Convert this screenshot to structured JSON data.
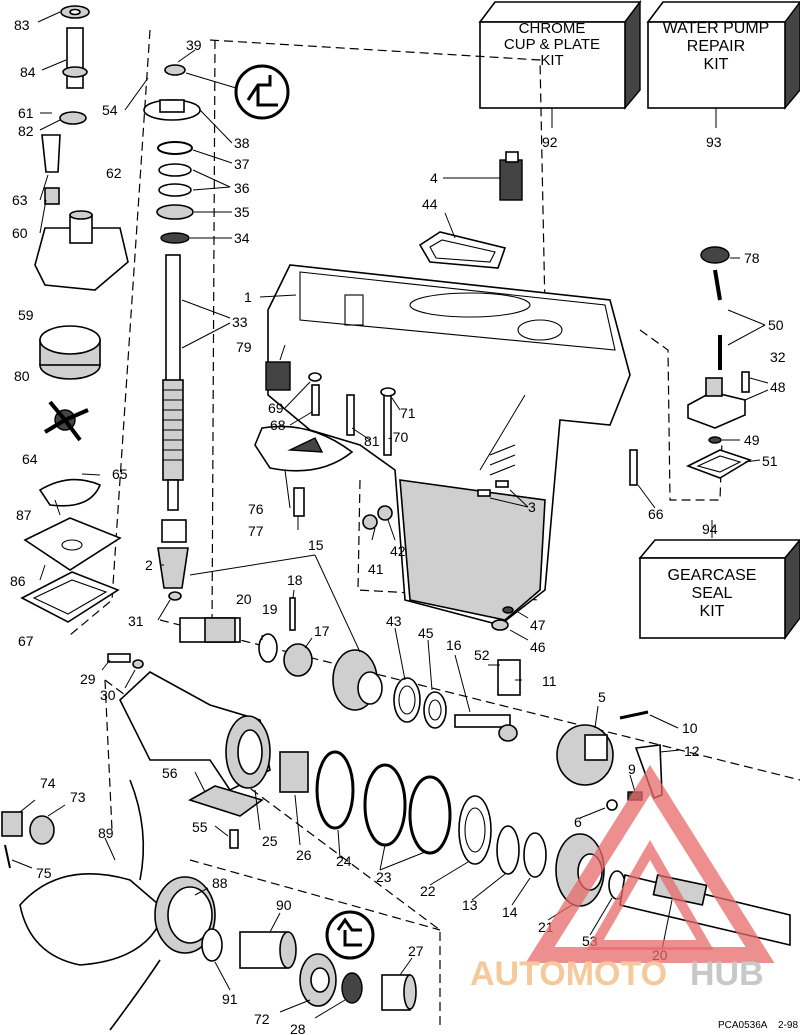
{
  "kits": {
    "chrome": [
      "CHROME",
      "CUP & PLATE",
      "KIT"
    ],
    "chrome_num": "92",
    "water": [
      "WATER PUMP",
      "REPAIR",
      "KIT"
    ],
    "water_num": "93",
    "gearcase": [
      "GEARCASE",
      "SEAL",
      "KIT"
    ],
    "gearcase_num": "94"
  },
  "callouts": {
    "c83": "83",
    "c84": "84",
    "c61": "61",
    "c82": "82",
    "c63": "63",
    "c60": "60",
    "c59": "59",
    "c62": "62",
    "c54": "54",
    "c39": "39",
    "c38": "38",
    "c37": "37",
    "c36": "36",
    "c35": "35",
    "c34": "34",
    "c33": "33",
    "c1": "1",
    "c4": "4",
    "c44": "44",
    "c78": "78",
    "c50": "50",
    "c32": "32",
    "c48": "48",
    "c49": "49",
    "c51": "51",
    "c79": "79",
    "c69": "69",
    "c68": "68",
    "c71": "71",
    "c81": "81",
    "c70": "-70",
    "c3": "3",
    "c80": "80",
    "c64": "64",
    "c65": "65",
    "c87": "87",
    "c86": "86",
    "c67": "67",
    "c76": "76",
    "c77": "77",
    "c2": "2",
    "c42": "42",
    "c41": "41",
    "c66": "66",
    "c15": "15",
    "c31": "31",
    "c20a": "20",
    "c19": "19",
    "c18": "18",
    "c17": "17",
    "c43": "43",
    "c45": "45",
    "c16": "16",
    "c52": "52",
    "c11": "11",
    "c47": "47",
    "c46": "46",
    "c29": "29",
    "c30": "30",
    "c5": "5",
    "c10": "10",
    "c12": "12",
    "c9": "9",
    "c6": "6",
    "c56": "56",
    "c74": "74",
    "c73": "73",
    "c55": "55",
    "c25": "25",
    "c26": "26",
    "c24": "24",
    "c23": "23",
    "c22": "22",
    "c13": "13",
    "c14": "14",
    "c21": "21",
    "c53": "53",
    "c20b": "20",
    "c75": "75",
    "c89": "89",
    "c88": "88",
    "c90": "90",
    "c27": "27",
    "c91": "91",
    "c72": "72",
    "c28": "28"
  },
  "footer": {
    "code": "PCA0536A",
    "date": "2-98"
  },
  "watermark": {
    "auto": "AUTOMOTO",
    "hub": "HUB"
  },
  "colors": {
    "watermark_red": "#e86a6a",
    "watermark_orange": "#f5c99b",
    "watermark_gray": "#c8c8c8"
  }
}
